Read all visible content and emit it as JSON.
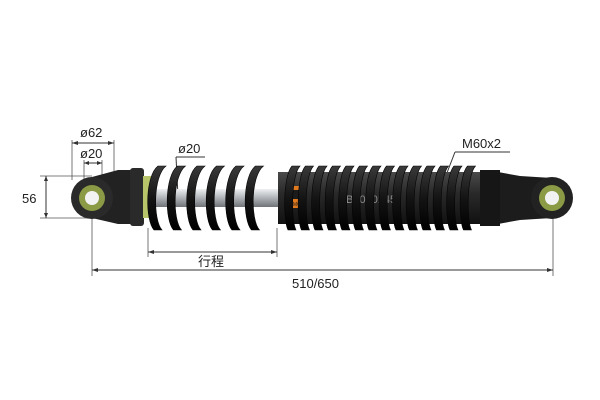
{
  "diagram": {
    "labels": {
      "eye_outer_diameter": "ø62",
      "eye_inner_diameter": "ø20",
      "rod_diameter": "ø20",
      "thread": "M60x2",
      "eye_height": "56",
      "stroke": "行程",
      "length": "510/650"
    },
    "logo": {
      "text": "CMC",
      "model_text": "B2010145"
    },
    "colors": {
      "body": "#1f1f1f",
      "spring": "#151515",
      "rod": "#b9bcbf",
      "bushing": "#8a9a45",
      "logo": "#e07a1f"
    }
  }
}
